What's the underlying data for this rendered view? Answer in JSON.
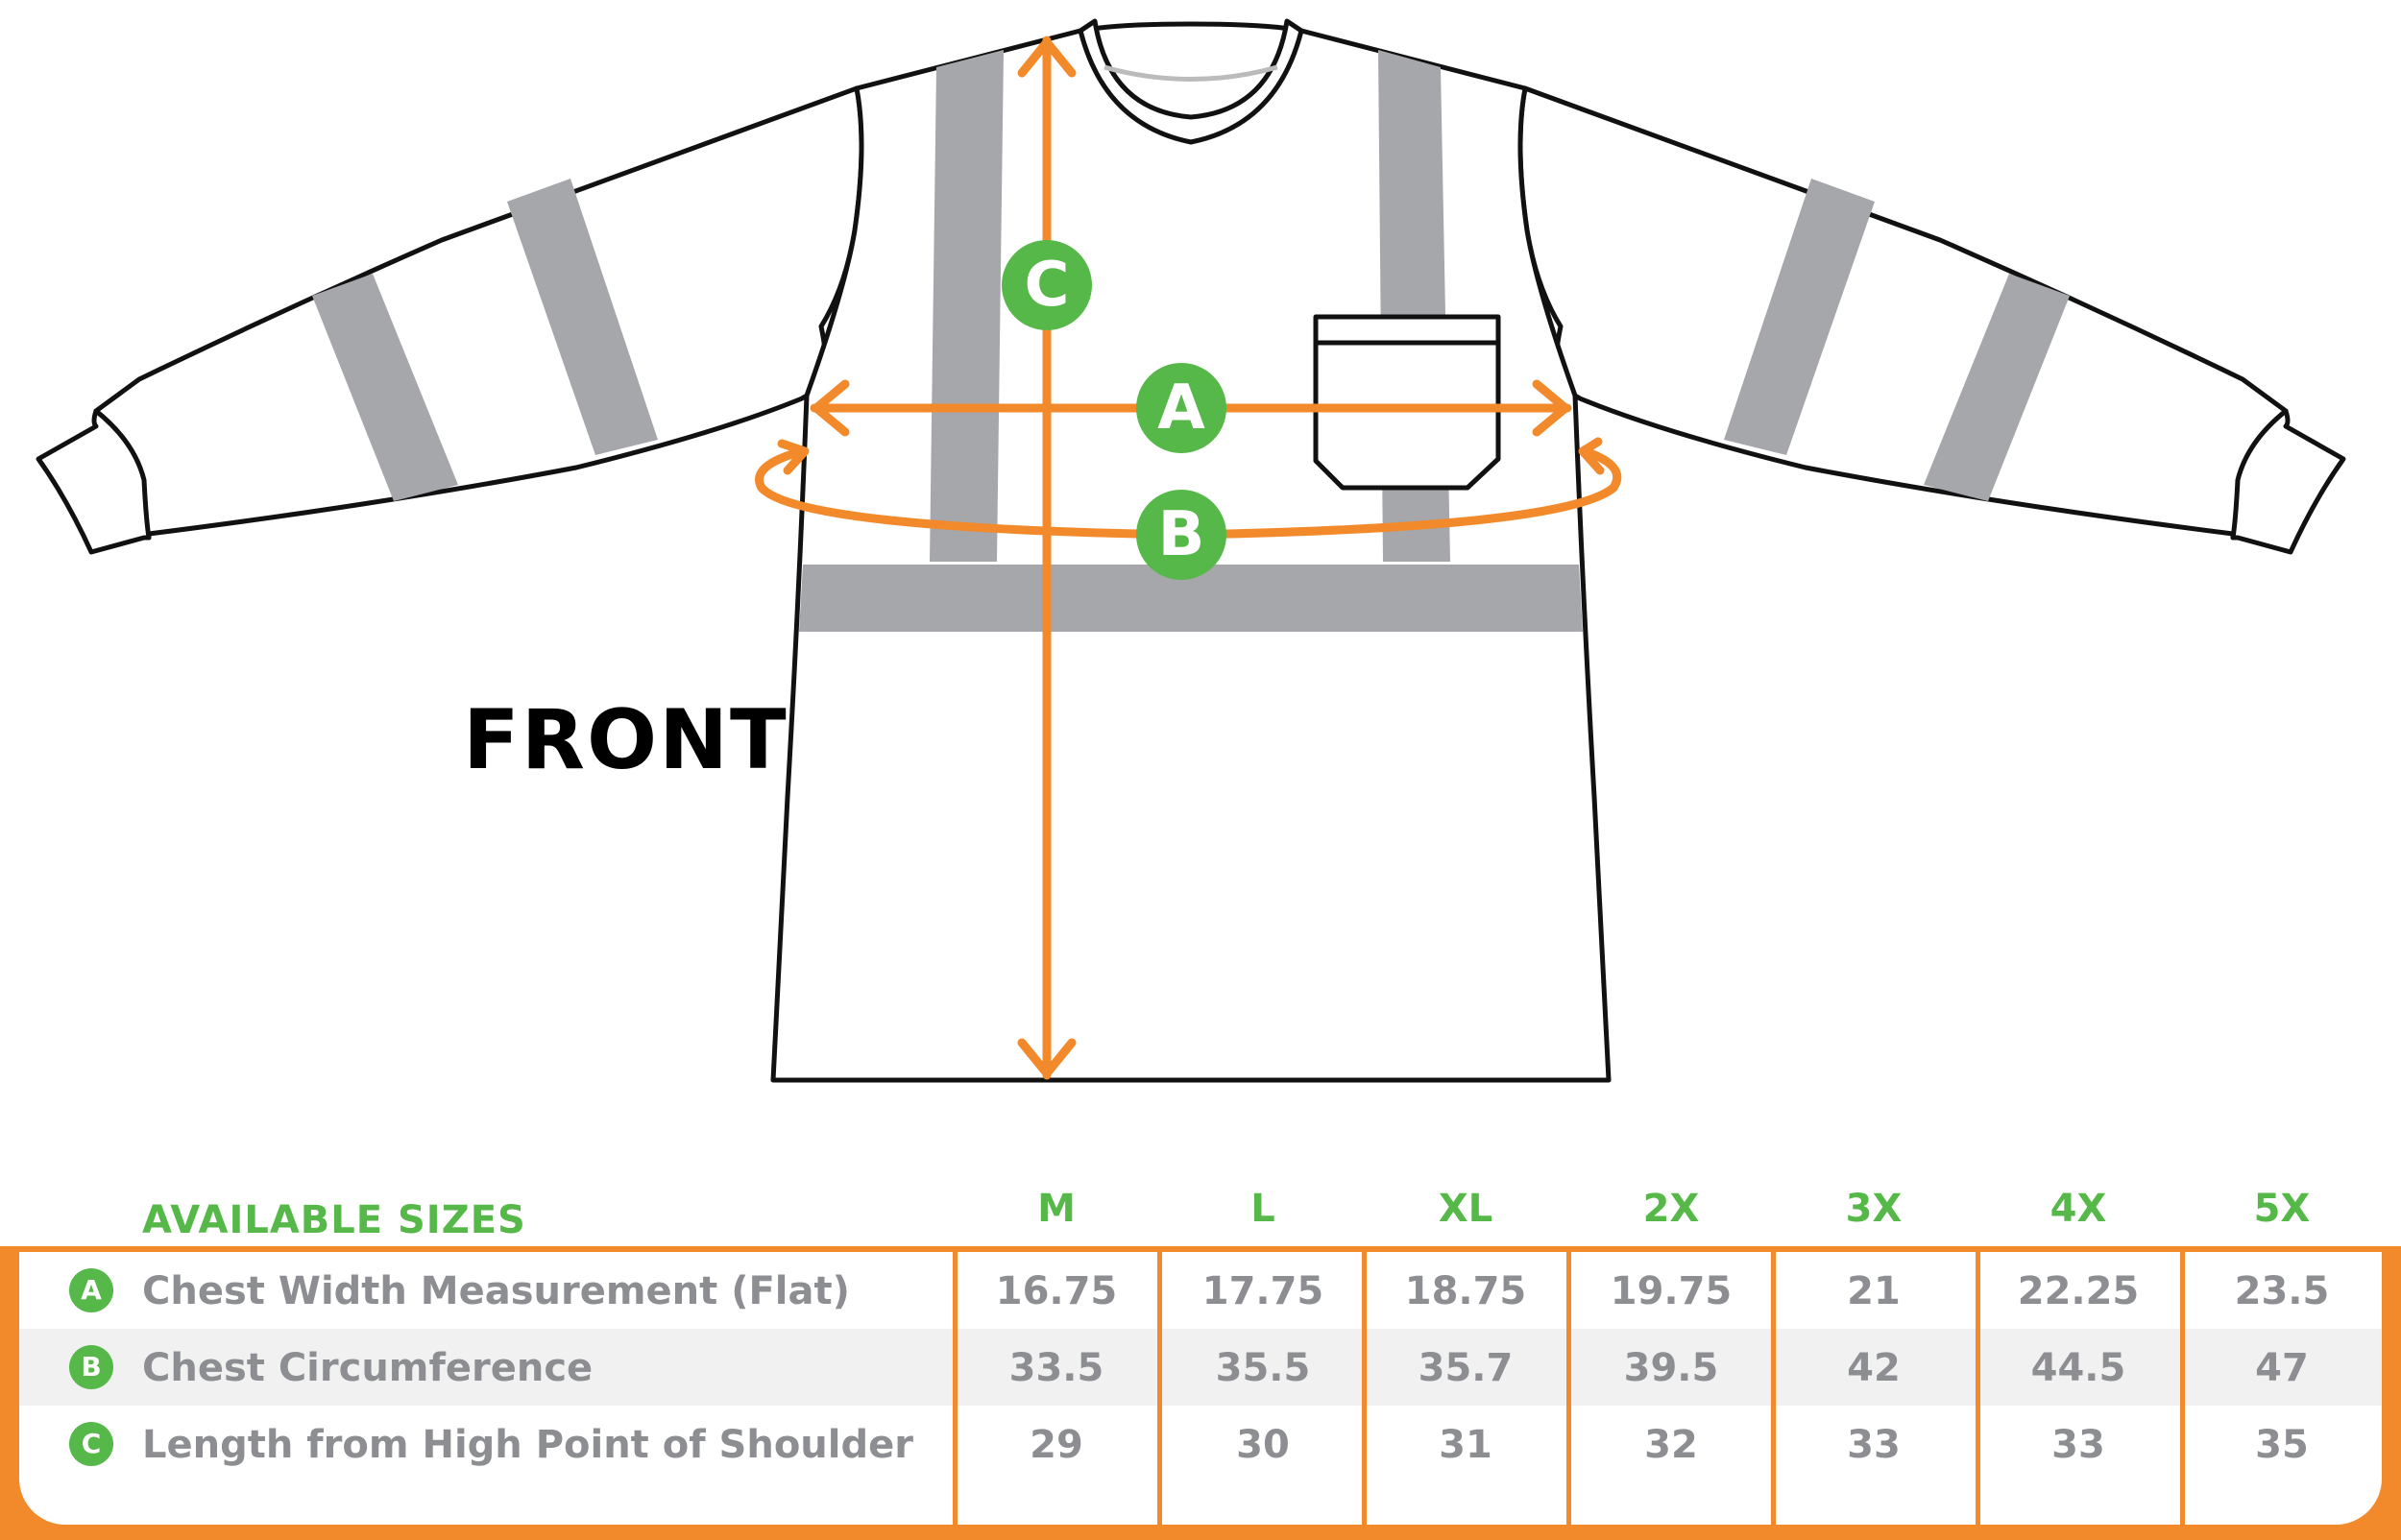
{
  "diagram": {
    "view_label": "FRONT",
    "markers": [
      "A",
      "B",
      "C"
    ]
  },
  "colors": {
    "accent_orange": "#f28a2b",
    "accent_green": "#56b848",
    "stripe_gray": "#a6a7aa",
    "text_gray": "#8d8e91"
  },
  "table": {
    "title": "AVAILABLE SIZES",
    "sizes": [
      "M",
      "L",
      "XL",
      "2X",
      "3X",
      "4X",
      "5X"
    ],
    "rows": [
      {
        "marker": "A",
        "label": "Chest Width Measurement (Flat)",
        "values": [
          "16.75",
          "17.75",
          "18.75",
          "19.75",
          "21",
          "22.25",
          "23.5"
        ]
      },
      {
        "marker": "B",
        "label": "Chest Circumference",
        "values": [
          "33.5",
          "35.5",
          "35.7",
          "39.5",
          "42",
          "44.5",
          "47"
        ]
      },
      {
        "marker": "C",
        "label": "Length from High Point of Shoulder",
        "values": [
          "29",
          "30",
          "31",
          "32",
          "33",
          "33",
          "35"
        ]
      }
    ]
  }
}
